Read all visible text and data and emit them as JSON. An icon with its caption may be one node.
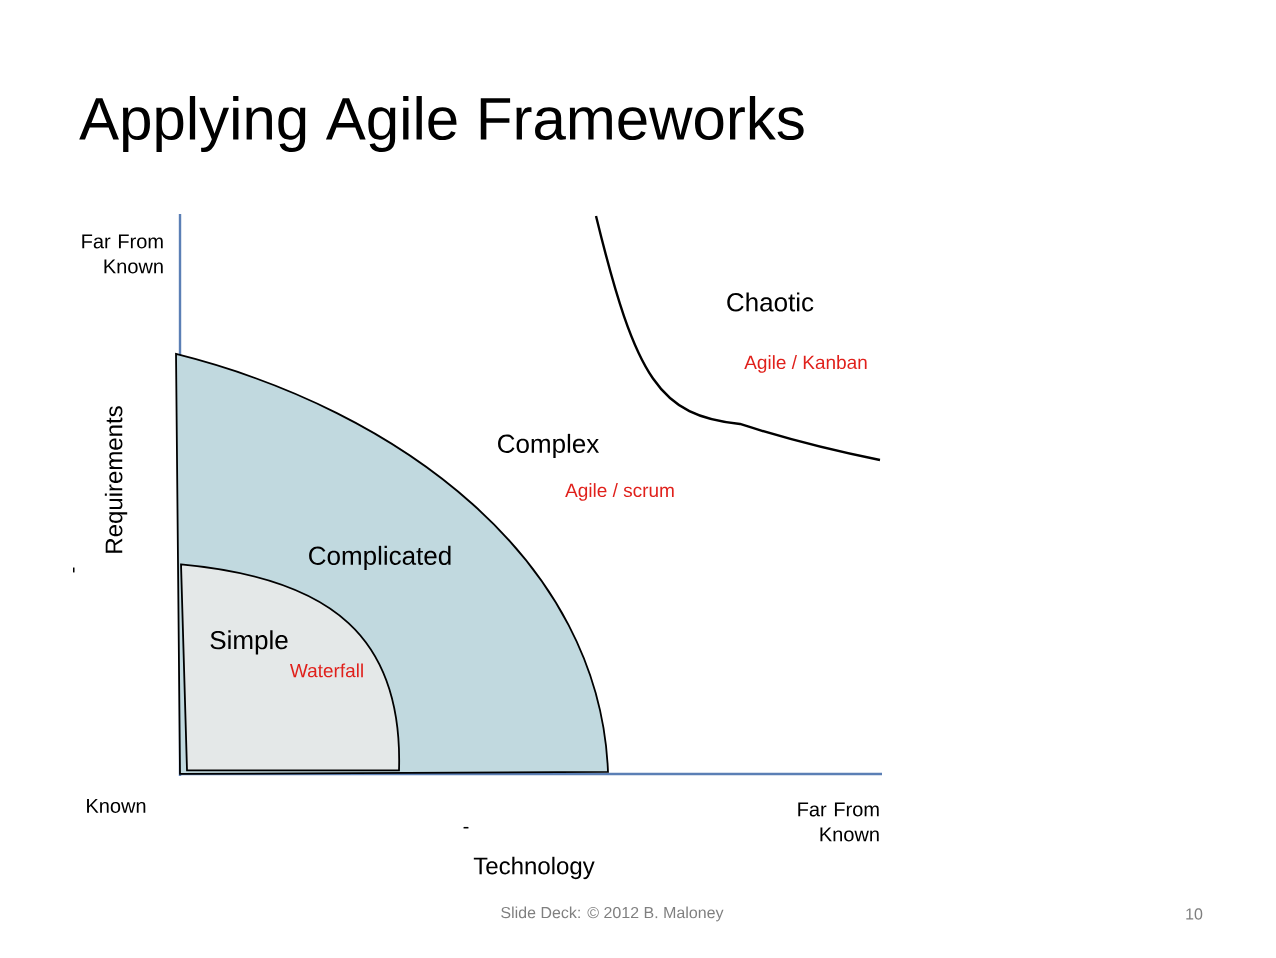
{
  "diagram": {
    "title": "Applying Agile Frameworks",
    "nodes": [
      {
        "text": [
          "Complicated"
        ]
      },
      {
        "text": [
          "Simple",
          "Waterfall"
        ],
        "in": 0
      }
    ],
    "edges": [],
    "labels": [
      "Far From Known",
      "Requirements",
      "-",
      "Chaotic",
      "Agile / Kanban",
      "Complex",
      "Agile / scrum",
      "Known",
      "Far From Known",
      "-",
      "Technology",
      "Slide Deck:  © 2012 B. Maloney",
      "10"
    ]
  }
}
